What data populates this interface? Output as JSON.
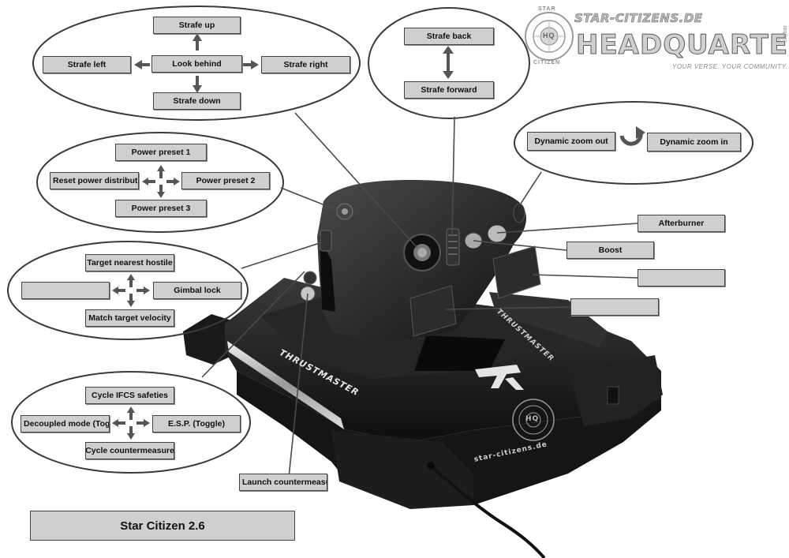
{
  "title": "Star Citizen 2.6",
  "logo": {
    "site": "STAR-CITIZENS.DE",
    "name": "HEADQUARTER",
    "tagline": "YOUR VERSE. YOUR COMMUNITY.",
    "byline": "by Skybar",
    "seal_top": "STAR",
    "seal_bottom": "CITIZEN",
    "seal_mark": "HQ"
  },
  "device": {
    "brand": "THRUSTMASTER",
    "website": "star-citizens.de",
    "base_logo": "TM"
  },
  "groups": {
    "top_hat": {
      "up": "Strafe up",
      "left": "Strafe left",
      "center": "Look behind",
      "right": "Strafe right",
      "down": "Strafe down"
    },
    "slider": {
      "back": "Strafe back",
      "forward": "Strafe forward"
    },
    "wheel": {
      "out": "Dynamic zoom out",
      "in": "Dynamic zoom in"
    },
    "power_hat": {
      "up": "Power preset 1",
      "left": "Reset power distribution",
      "right": "Power preset 2",
      "down": "Power preset 3"
    },
    "target_hat": {
      "up": "Target nearest hostile",
      "left": "",
      "right": "Gimbal lock",
      "down": "Match target velocity"
    },
    "ifcs_hat": {
      "up": "Cycle IFCS safeties",
      "left": "Decoupled mode (Toggle)",
      "right": "E.S.P. (Toggle)",
      "down": "Cycle countermeasure"
    },
    "buttons": {
      "afterburner": "Afterburner",
      "boost": "Boost",
      "paddle_upper": "",
      "paddle_lower": "",
      "launch": "Launch countermeasure"
    }
  }
}
